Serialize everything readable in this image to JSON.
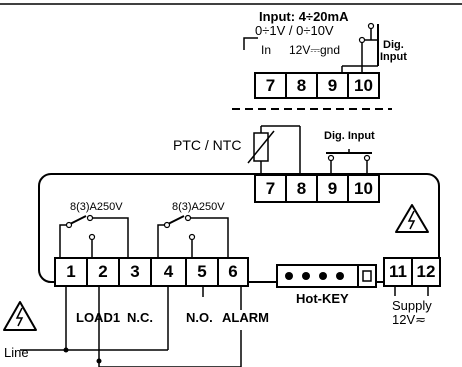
{
  "top_block": {
    "input_line1": "Input: 4÷20mA",
    "input_line2": "0÷1V / 0÷10V",
    "label_in": "In",
    "label_12v": "12V⎓",
    "label_gnd": "gnd",
    "dig_input_line1": "Dig.",
    "dig_input_line2": "Input",
    "terminals": [
      "7",
      "8",
      "9",
      "10"
    ]
  },
  "probe": {
    "ptc_ntc": "PTC / NTC",
    "dig_input": "Dig. Input",
    "terminals": [
      "7",
      "8",
      "9",
      "10"
    ]
  },
  "relays": {
    "rating_1": "8(3)A250V",
    "rating_2": "8(3)A250V"
  },
  "bottom_terminals": [
    "1",
    "2",
    "3",
    "4",
    "5",
    "6"
  ],
  "supply_terminals": [
    "11",
    "12"
  ],
  "labels": {
    "load1": "LOAD1",
    "nc": "N.C.",
    "no": "N.O.",
    "alarm": "ALARM",
    "hotkey": "Hot-KEY",
    "supply_line1": "Supply",
    "supply_line2": "12V≂",
    "line": "Line"
  },
  "icons": [
    "warning-high-voltage-icon",
    "warning-high-voltage-icon"
  ]
}
